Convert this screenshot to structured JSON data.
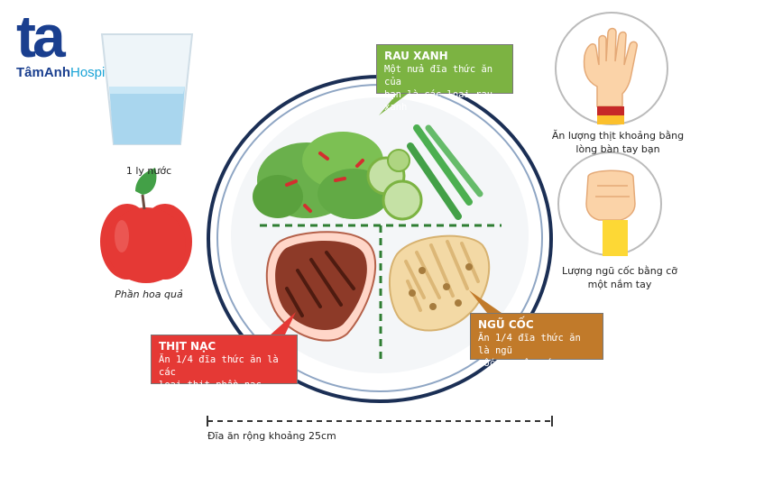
{
  "logo": {
    "mark": "ta",
    "name": "TâmAnh",
    "hospital": "Hospital"
  },
  "labels": {
    "water": "1 ly nước",
    "fruit": "Phần hoa quả",
    "plate_width": "Đĩa ăn rộng khoảng 25cm",
    "meat_hand_line1": "Ăn lượng thịt khoảng bằng",
    "meat_hand_line2": "lòng bàn tay bạn",
    "grain_fist_line1": "Lượng ngũ cốc bằng cỡ",
    "grain_fist_line2": "một nắm tay"
  },
  "boxes": {
    "rau": {
      "title": "RAU XANH",
      "line1": "Một nửa đĩa thức ăn của",
      "line2": "bạn là các loại rau xanh"
    },
    "thit": {
      "title": "THỊT NẠC",
      "line1": "Ăn 1/4 đĩa thức ăn là các",
      "line2": "loại thịt phần nạc"
    },
    "ngu": {
      "title": "NGŨ CỐC",
      "line1": "Ăn 1/4 đĩa thức ăn là ngũ",
      "line2": "cốc nguyên cám"
    }
  },
  "colors": {
    "rau": "#7cb342",
    "thit": "#e53935",
    "ngu": "#c17a2a",
    "plate_rim": "#2a4a7a",
    "divider": "#2e7d32",
    "logo": "#1a3f8f"
  }
}
